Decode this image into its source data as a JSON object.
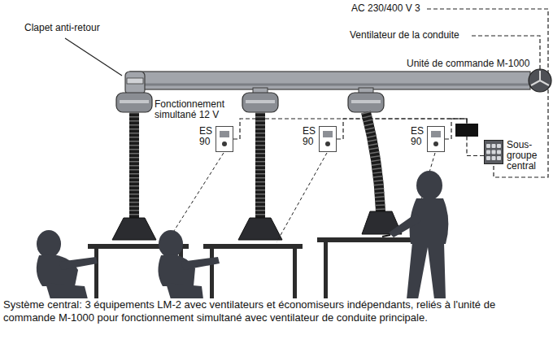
{
  "diagram": {
    "caption": "Système central: 3 équipements LM-2 avec ventilateurs et économiseurs indépendants, reliés à l'unité de commande M-1000 pour fonctionnement simultané avec ventilateur de conduite principale.",
    "nodes": [
      {
        "text": [
          "Unité de commande M-1000"
        ]
      },
      {
        "text": [
          "ES 90"
        ]
      },
      {
        "text": [
          "ES 90"
        ]
      },
      {
        "text": [
          "ES 90"
        ]
      },
      {
        "text": [
          "Sous-groupe central"
        ]
      }
    ],
    "edges": [
      {
        "from": 1,
        "to": 0,
        "arrow": "none"
      },
      {
        "from": 2,
        "to": 0,
        "arrow": "none"
      },
      {
        "from": 3,
        "to": 0,
        "arrow": "none"
      },
      {
        "from": 4,
        "to": 0,
        "arrow": "none"
      }
    ],
    "labels": [
      "AC 230/400 V 3",
      "Clapet anti-retour",
      "Ventilateur de la conduite",
      "Fonctionnement simultané 12 V"
    ]
  }
}
